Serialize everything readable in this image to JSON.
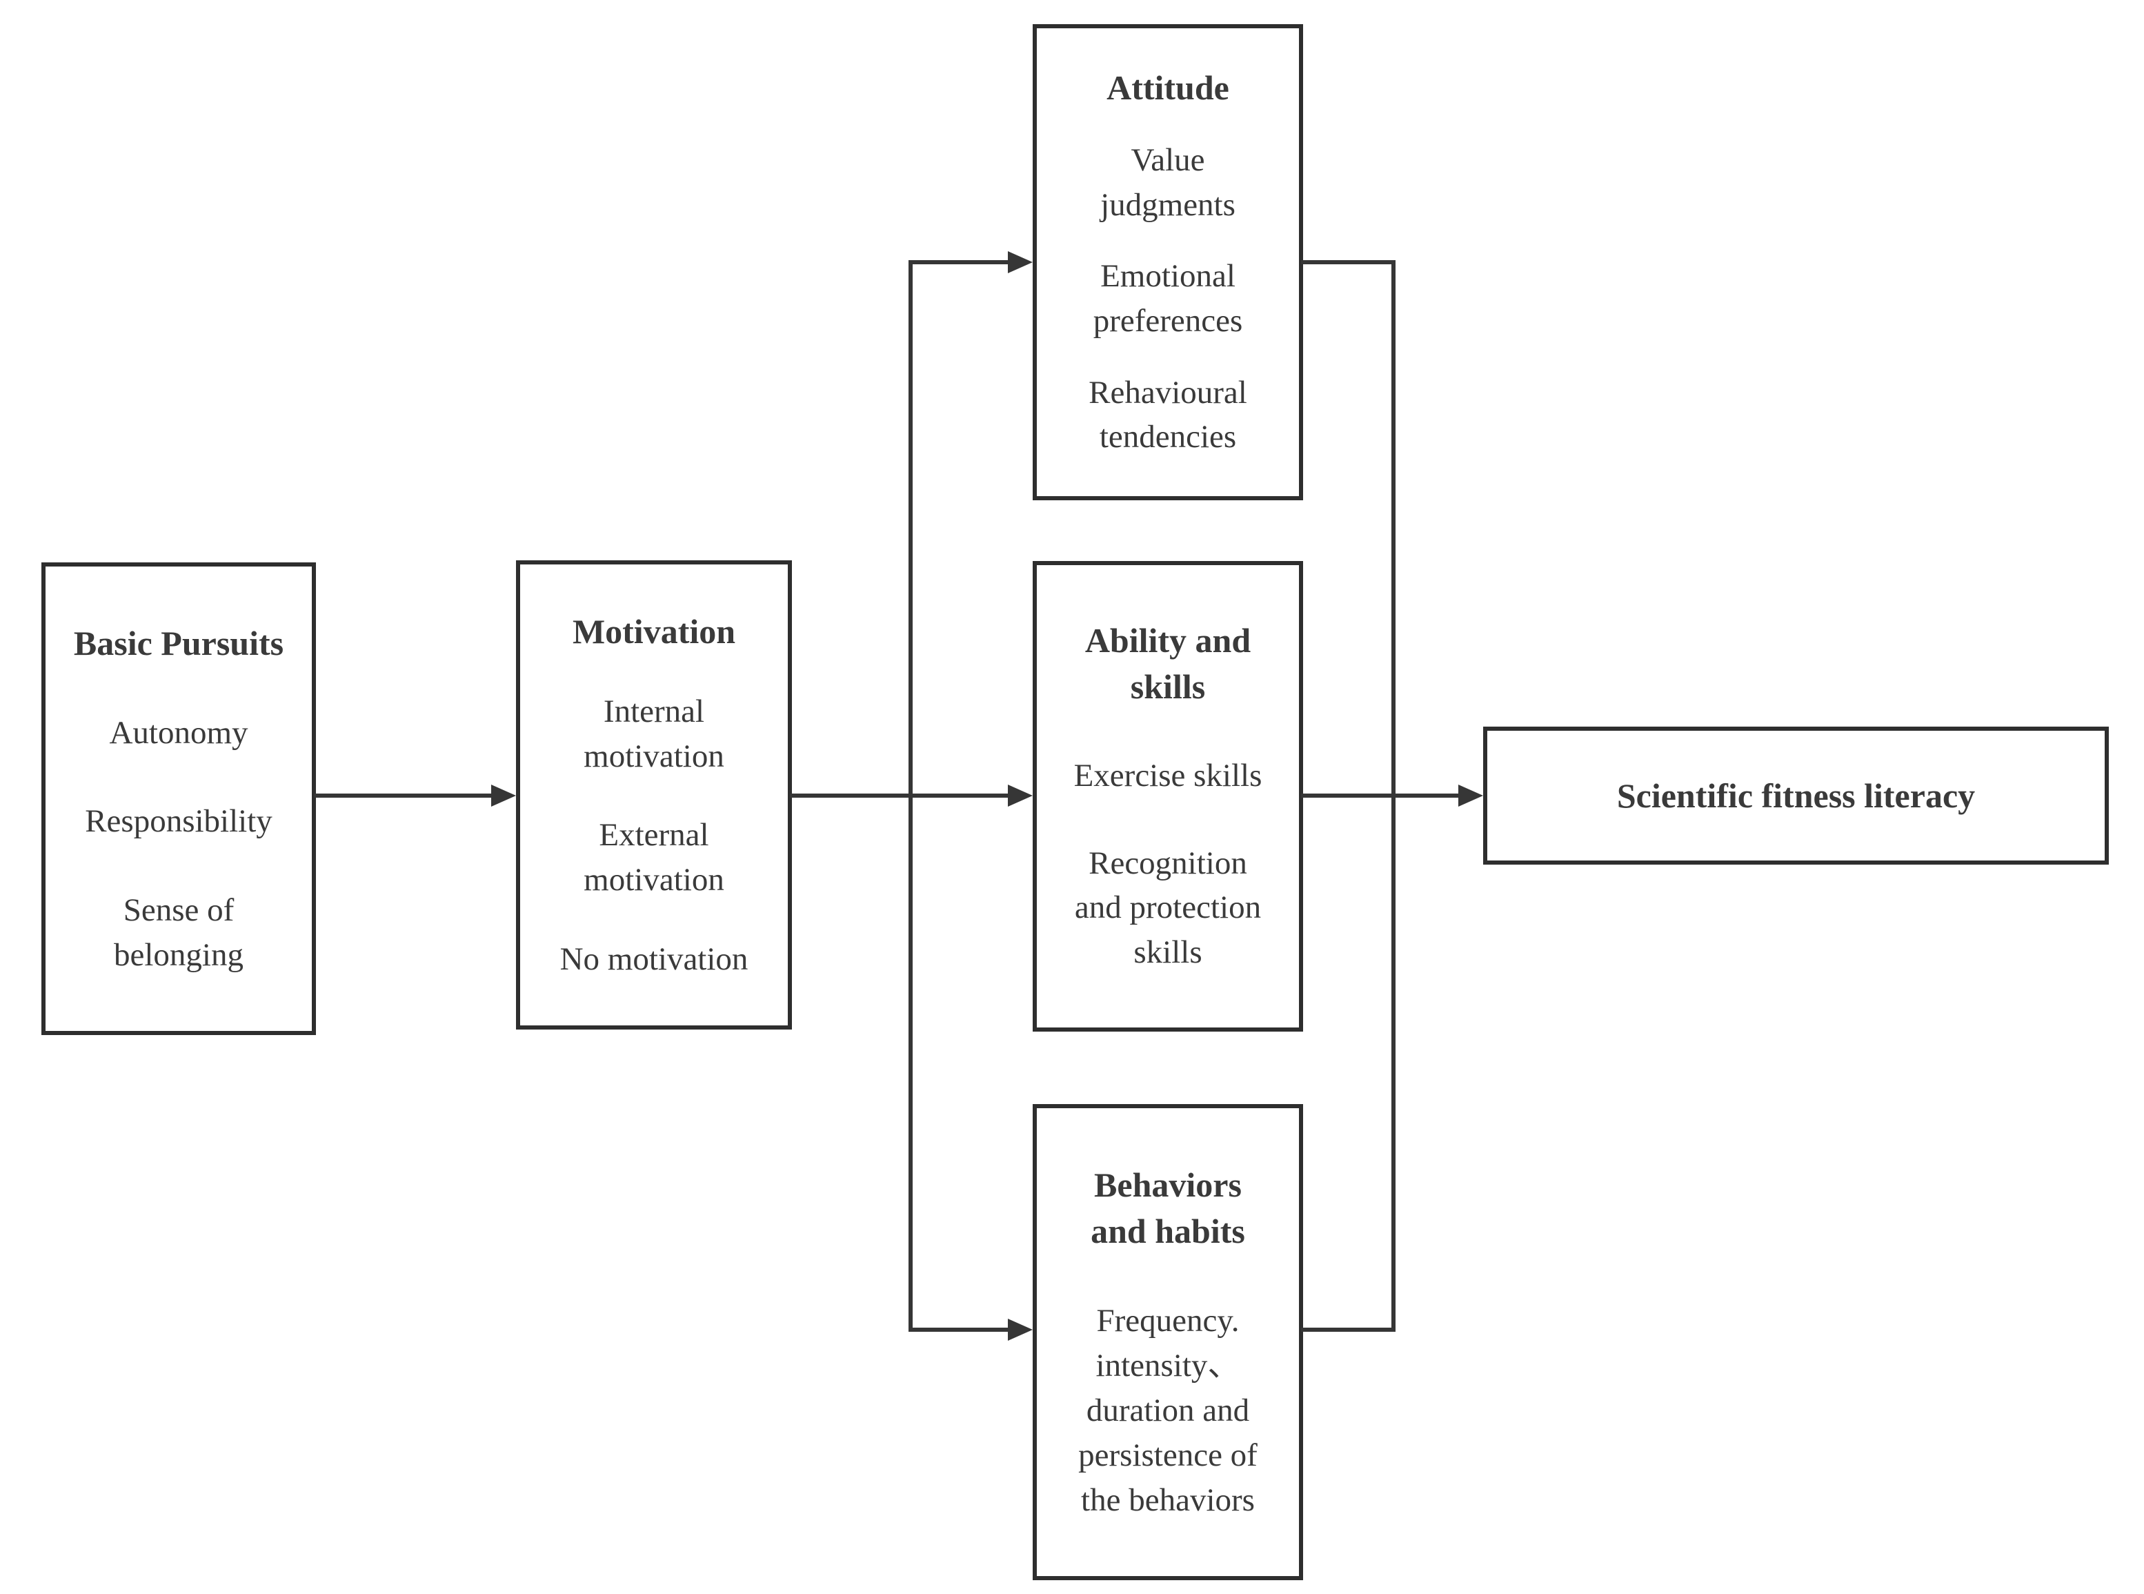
{
  "diagram": {
    "colors": {
      "background": "#ffffff",
      "box_border": "#2e2e2e",
      "line": "#363636",
      "text": "#3a3a3a"
    },
    "boxes": {
      "basic_pursuits": {
        "title": "Basic Pursuits",
        "items": [
          "Autonomy",
          "Responsibility",
          "Sense of\nbelonging"
        ]
      },
      "motivation": {
        "title": "Motivation",
        "items": [
          "Internal\nmotivation",
          "External\nmotivation",
          "No motivation"
        ]
      },
      "attitude": {
        "title": "Attitude",
        "items": [
          "Value\njudgments",
          "Emotional\npreferences",
          "Rehavioural\ntendencies"
        ]
      },
      "ability_and_skills": {
        "title": "Ability and\nskills",
        "items": [
          "Exercise skills",
          "Recognition\nand protection\nskills"
        ]
      },
      "behaviors_and_habits": {
        "title": "Behaviors\nand habits",
        "items": [
          "Frequency.\nintensity、\nduration and\npersistence of\nthe behaviors"
        ]
      },
      "outcome": {
        "title": "Scientific fitness literacy"
      }
    },
    "connections": [
      {
        "from": "Basic Pursuits",
        "to": "Motivation",
        "type": "arrow"
      },
      {
        "from": "Motivation",
        "to": "Attitude",
        "type": "arrow"
      },
      {
        "from": "Motivation",
        "to": "Ability and skills",
        "type": "arrow"
      },
      {
        "from": "Motivation",
        "to": "Behaviors and habits",
        "type": "arrow"
      },
      {
        "from": "Attitude",
        "to": "Scientific fitness literacy",
        "type": "arrow"
      },
      {
        "from": "Ability and skills",
        "to": "Scientific fitness literacy",
        "type": "arrow"
      },
      {
        "from": "Behaviors and habits",
        "to": "Scientific fitness literacy",
        "type": "arrow"
      }
    ]
  }
}
